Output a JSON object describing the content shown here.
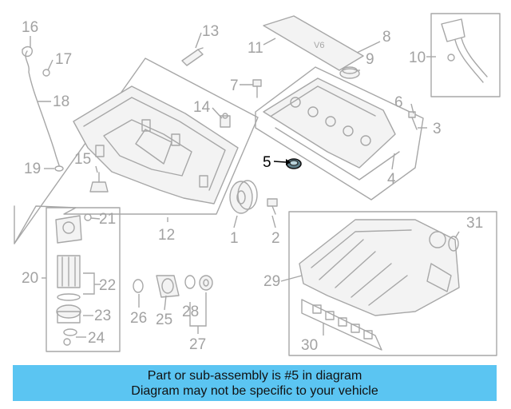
{
  "callouts": [
    {
      "id": "1",
      "text": "1"
    },
    {
      "id": "2",
      "text": "2"
    },
    {
      "id": "3",
      "text": "3"
    },
    {
      "id": "4",
      "text": "4"
    },
    {
      "id": "5",
      "text": "5"
    },
    {
      "id": "6",
      "text": "6"
    },
    {
      "id": "7",
      "text": "7"
    },
    {
      "id": "8",
      "text": "8"
    },
    {
      "id": "9",
      "text": "9"
    },
    {
      "id": "10",
      "text": "10"
    },
    {
      "id": "11",
      "text": "11"
    },
    {
      "id": "12",
      "text": "12"
    },
    {
      "id": "13",
      "text": "13"
    },
    {
      "id": "14",
      "text": "14"
    },
    {
      "id": "15",
      "text": "15"
    },
    {
      "id": "16",
      "text": "16"
    },
    {
      "id": "17",
      "text": "17"
    },
    {
      "id": "18",
      "text": "18"
    },
    {
      "id": "19",
      "text": "19"
    },
    {
      "id": "20",
      "text": "20"
    },
    {
      "id": "21",
      "text": "21"
    },
    {
      "id": "22",
      "text": "22"
    },
    {
      "id": "23",
      "text": "23"
    },
    {
      "id": "24",
      "text": "24"
    },
    {
      "id": "25",
      "text": "25"
    },
    {
      "id": "26",
      "text": "26"
    },
    {
      "id": "27",
      "text": "27"
    },
    {
      "id": "28",
      "text": "28"
    },
    {
      "id": "29",
      "text": "29"
    },
    {
      "id": "30",
      "text": "30"
    },
    {
      "id": "31",
      "text": "31"
    }
  ],
  "highlighted_part": "5",
  "cover_logo": "V6",
  "banner": {
    "line1": "Part or sub-assembly is #5 in diagram",
    "line2": "Diagram may not be specific to your vehicle",
    "color": "#5bc5f2"
  },
  "colors": {
    "line_art": "#a7a7a7",
    "highlight": "#000000"
  }
}
